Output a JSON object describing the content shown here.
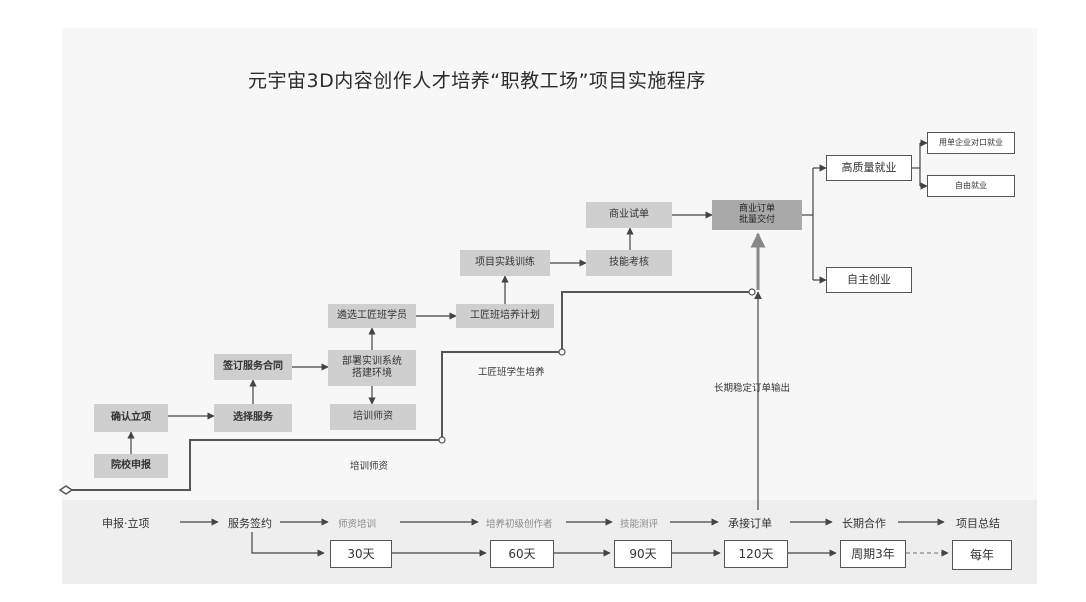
{
  "title": "元宇宙3D内容创作人才培养“职教工场”项目实施程序",
  "flow": {
    "school_apply": "院校申报",
    "confirm_project": "确认立项",
    "select_service": "选择服务",
    "sign_contract": "签订服务合同",
    "deploy_system": "部署实训系统\n搭建环境",
    "trainer_staff_box": "培训师资",
    "select_students": "遴选工匠班学员",
    "training_plan": "工匠班培养计划",
    "project_practice": "项目实践训练",
    "skill_assessment": "技能考核",
    "business_trial": "商业试单",
    "business_delivery": "商业订单\n批量交付",
    "quality_employment": "高质量就业",
    "self_startup": "自主创业",
    "order_employment": "用单企业对口就业",
    "free_employment": "自由就业"
  },
  "path_labels": {
    "trainer_staff": "培训师资",
    "student_training": "工匠班学生培养",
    "long_term_orders": "长期稳定订单输出"
  },
  "timeline": {
    "steps": [
      "申报·立项",
      "服务签约",
      "师资培训",
      "培养初级创作者",
      "技能测评",
      "承接订单",
      "长期合作",
      "项目总结"
    ],
    "durations": [
      "30天",
      "60天",
      "90天",
      "120天",
      "周期3年",
      "每年"
    ]
  },
  "colors": {
    "panel": "#f7f7f7",
    "band": "#eeeeee",
    "box_gray": "#cfcfcf",
    "box_dark": "#a9a9a9",
    "line": "#555555"
  }
}
